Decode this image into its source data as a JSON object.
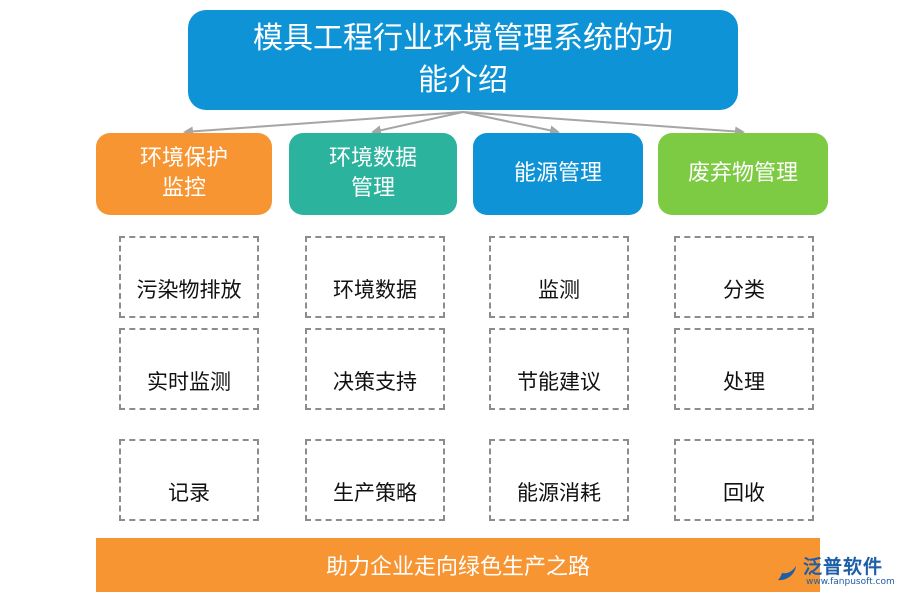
{
  "title": "模具工程行业环境管理系统的功能介绍",
  "categories": [
    {
      "label": "环境保护监控",
      "color": "#f79532"
    },
    {
      "label": "环境数据管理",
      "color": "#2bb39e"
    },
    {
      "label": "能源管理",
      "color": "#0e93d6"
    },
    {
      "label": "废弃物管理",
      "color": "#7ccb43"
    }
  ],
  "items": [
    [
      "污染物排放",
      "实时监测",
      "记录"
    ],
    [
      "环境数据",
      "决策支持",
      "生产策略"
    ],
    [
      "监测",
      "节能建议",
      "能源消耗"
    ],
    [
      "分类",
      "处理",
      "回收"
    ]
  ],
  "footer": "助力企业走向绿色生产之路",
  "logo": {
    "name": "泛普软件",
    "url": "www.fanpusoft.com",
    "color": "#1d5ea8"
  },
  "colors": {
    "title_bg": "#0e93d6",
    "connector": "#a6a6a6",
    "dash_border": "#8c8c8c"
  }
}
